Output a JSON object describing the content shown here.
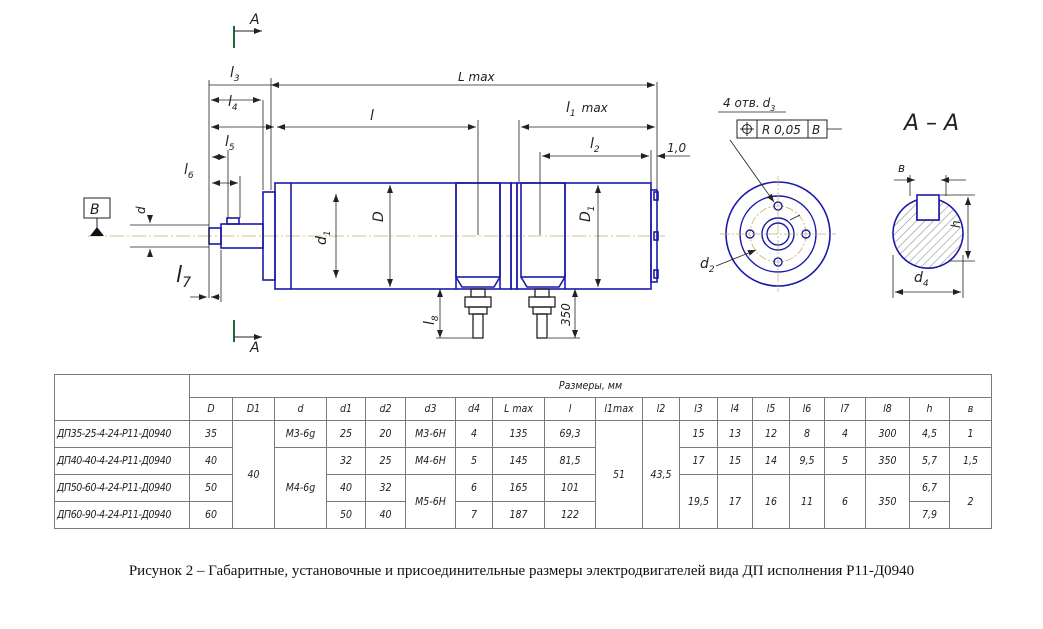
{
  "drawing": {
    "labels": {
      "section_top": "А",
      "section_bottom": "А",
      "section_title": "А – А",
      "base_ref": "В",
      "tol_tolerance": "R 0,05",
      "tol_datum": "В",
      "holes_note": "4 отв.",
      "L_max": "L max",
      "l": "l",
      "l1_max_l": "l",
      "l1_max_sub": "1",
      "l1_max_r": "max",
      "l2": "l",
      "l2_sub": "2",
      "l3": "l",
      "l3_sub": "3",
      "l4": "l",
      "l4_sub": "4",
      "l5": "l",
      "l5_sub": "5",
      "l6": "l",
      "l6_sub": "6",
      "l7": "l",
      "l7_sub": "7",
      "l8": "l",
      "l8_sub": "8",
      "d": "d",
      "d1": "d",
      "d1_sub": "1",
      "D": "D",
      "D1": "D",
      "D1_sub": "1",
      "d2": "d",
      "d2_sub": "2",
      "d3": "d",
      "d3_sub": "3",
      "d4": "d",
      "d4_sub": "4",
      "b": "в",
      "h": "h",
      "dim_10": "1,0",
      "dim_350": "350"
    }
  },
  "table": {
    "group_header": "Размеры, мм",
    "columns": [
      "D",
      "D1",
      "d",
      "d1",
      "d2",
      "d3",
      "d4",
      "L max",
      "l",
      "l1max",
      "l2",
      "l3",
      "l4",
      "l5",
      "l6",
      "l7",
      "l8",
      "h",
      "в"
    ],
    "rows": [
      {
        "name": "ДП35-25-4-24-Р11-Д0940",
        "D": "35",
        "d": "М3-6g",
        "d1": "25",
        "d2": "20",
        "d3": "М3-6Н",
        "d4": "4",
        "Lmax": "135",
        "l": "69,3",
        "l3": "15",
        "l4": "13",
        "l5": "12",
        "l6": "8",
        "l7": "4",
        "l8": "300",
        "h": "4,5",
        "b": "1"
      },
      {
        "name": "ДП40-40-4-24-Р11-Д0940",
        "D": "40",
        "d1": "32",
        "d2": "25",
        "d3": "М4-6Н",
        "d4": "5",
        "Lmax": "145",
        "l": "81,5",
        "l3": "17",
        "l4": "15",
        "l5": "14",
        "l6": "9,5",
        "l7": "5",
        "l8": "350",
        "h": "5,7",
        "b": "1,5"
      },
      {
        "name": "ДП50-60-4-24-Р11-Д0940",
        "D": "50",
        "d1": "40",
        "d2": "32",
        "d4": "6",
        "Lmax": "165",
        "l": "101",
        "h": "6,7"
      },
      {
        "name": "ДП60-90-4-24-Р11-Д0940",
        "D": "60",
        "d1": "50",
        "d2": "40",
        "d4": "7",
        "Lmax": "187",
        "l": "122",
        "h": "7,9"
      }
    ],
    "merged": {
      "D1": "40",
      "d_rows_2_4": "М4-6g",
      "d3_rows_3_4": "М5-6Н",
      "l1max": "51",
      "l2": "43,5",
      "l3_rows_3_4": "19,5",
      "l4_rows_3_4": "17",
      "l5_rows_3_4": "16",
      "l6_rows_3_4": "11",
      "l7_rows_3_4": "6",
      "l8_rows_3_4": "350",
      "b_rows_3_4": "2"
    }
  },
  "caption": "Рисунок 2 – Габаритные, установочные и присоединительные размеры электродвигателей вида ДП исполнения Р11-Д0940",
  "colors": {
    "outline": "#1a1aa8",
    "dim": "#222222",
    "center": "#c8b060"
  }
}
